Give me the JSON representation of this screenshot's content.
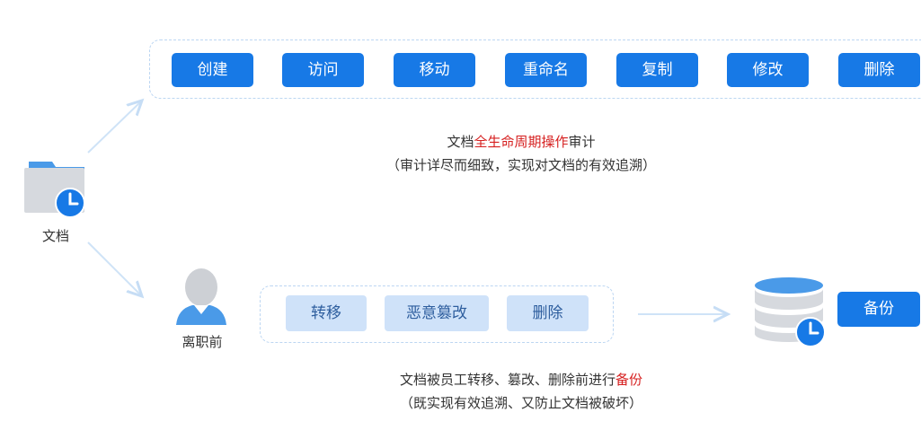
{
  "operations": {
    "buttons": [
      "创建",
      "访问",
      "移动",
      "重命名",
      "复制",
      "修改",
      "删除"
    ]
  },
  "audit_caption": {
    "line1_prefix": "文档",
    "line1_highlight": "全生命周期操作",
    "line1_suffix": "审计",
    "line2": "（审计详尽而细致，实现对文档的有效追溯）"
  },
  "folder": {
    "label": "文档",
    "icon": "folder-clock-icon"
  },
  "person": {
    "label": "离职前",
    "icon": "person-icon"
  },
  "risk_actions": {
    "buttons": [
      "转移",
      "恶意篡改",
      "删除"
    ]
  },
  "backup_caption": {
    "line1_prefix": "文档被员工转移、篡改、删除前进行",
    "line1_highlight": "备份",
    "line2": "（既实现有效追溯、又防止文档被破坏）"
  },
  "database": {
    "icon": "database-clock-icon"
  },
  "backup_button": {
    "label": "备份"
  },
  "colors": {
    "primary": "#1779e6",
    "highlight": "#d61f1f",
    "light_button": "#cfe2f9",
    "dashed_border": "#bcd6f2",
    "arrow": "#cfe3f7"
  }
}
